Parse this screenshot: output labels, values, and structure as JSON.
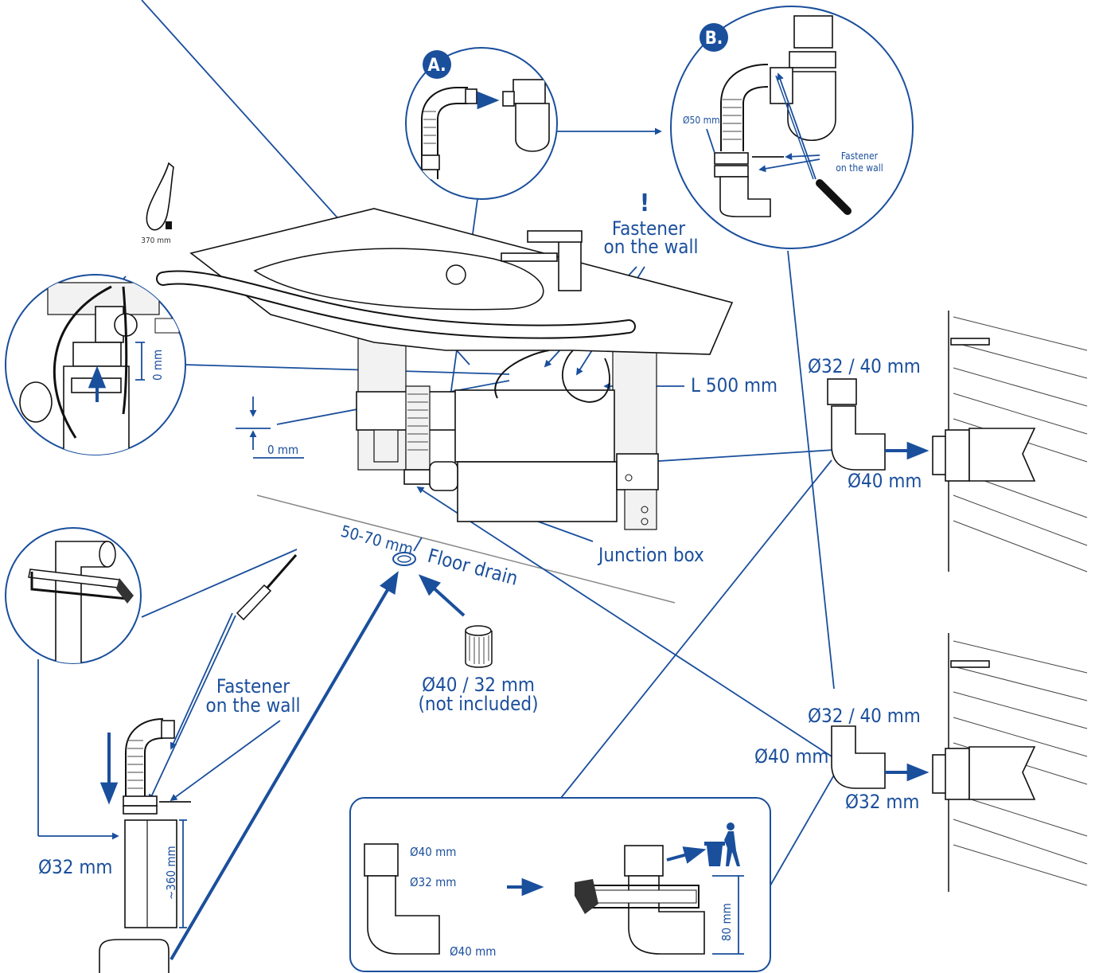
{
  "badges": {
    "a": "A.",
    "b": "B."
  },
  "warning_mark": "!",
  "labels": {
    "fastener_wall_top_1": "Fastener",
    "fastener_wall_top_2": "on the wall",
    "fastener_b_1": "Fastener",
    "fastener_b_2": "on the wall",
    "diam_50": "Ø50 mm",
    "tie_length": "370 mm",
    "zero_mm_inset": "0 mm",
    "zero_mm": "0 mm",
    "l500": "L 500 mm",
    "junction_box": "Junction box",
    "floor_gap": "50-70 mm",
    "floor_drain": "Floor drain",
    "drain_pipe_1": "Ø40 / 32 mm",
    "drain_pipe_2": "(not included)",
    "fastener_left_1": "Fastener",
    "fastener_left_2": "on the wall",
    "diam_32_left": "Ø32 mm",
    "len_360": "~360 mm",
    "top_elbow_in": "Ø32 / 40 mm",
    "top_elbow_out": "Ø40 mm",
    "bottom_elbow_in": "Ø32 / 40 mm",
    "bottom_elbow_side": "Ø40 mm",
    "bottom_elbow_out": "Ø32 mm",
    "box_d40_top": "Ø40 mm",
    "box_d32": "Ø32 mm",
    "box_d40_bottom": "Ø40 mm",
    "box_80": "80 mm"
  },
  "colors": {
    "accent": "#1a4f9c",
    "line": "#111111"
  },
  "icons": [
    "screwdriver-icon",
    "hacksaw-icon",
    "trash-bin-icon",
    "cable-tie-icon"
  ]
}
